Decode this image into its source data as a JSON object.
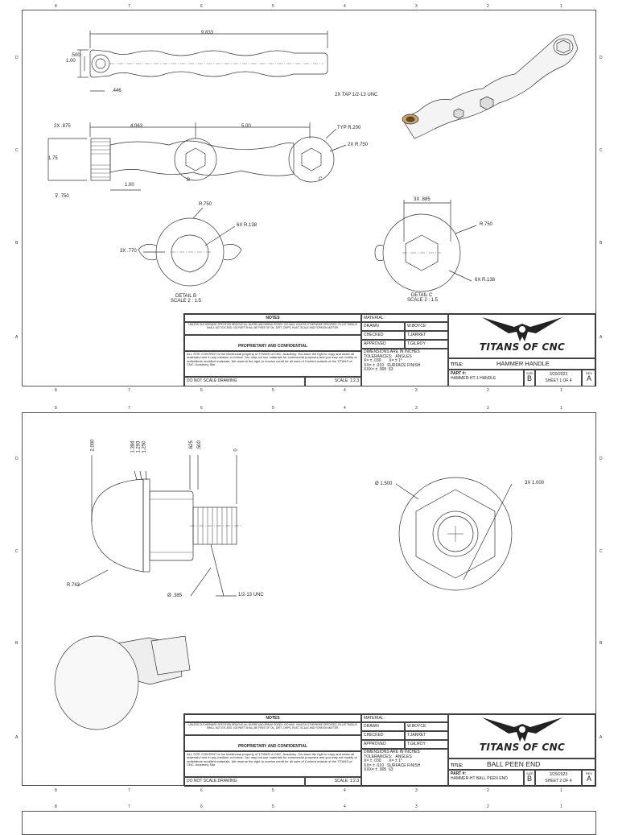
{
  "zones": {
    "cols": [
      "8",
      "7",
      "6",
      "5",
      "4",
      "3",
      "2",
      "1"
    ],
    "rows": [
      "D",
      "C",
      "B",
      "A"
    ]
  },
  "sheet1": {
    "dims": {
      "overall_length": "9.833",
      "width": "1.00",
      "dia": ".500",
      "edge": ".446",
      "chamfer": "2X .875",
      "len1": "4.063",
      "len2": "5.00",
      "height": "1.75",
      "thread_depth": "⊽ .750",
      "offset": "1.00",
      "typ_radius": "TYP R.200",
      "radius_2x": "2X R.750",
      "tap": "2X TAP 1/2-13 UNC",
      "detail_b_r": "R.750",
      "detail_b_6x": "6X R.138",
      "detail_b_3x": "3X .770",
      "detail_c_3x": "3X .885",
      "detail_c_r": "R.750",
      "detail_c_6x": "6X R.138",
      "label_b": "B",
      "label_c": "C"
    },
    "detail_b": {
      "title": "DETAIL B",
      "scale": "SCALE 2 : 1.5"
    },
    "detail_c": {
      "title": "DETAIL C",
      "scale": "SCALE 2 : 1.5"
    },
    "titleblock": {
      "notes_title": "NOTES",
      "notes_text": "UNLESS OUTHERWISE SPECIFIED REMOVE ALL BURRS AND BREAK EDGES .020 MAX. UNLESS OTHERWISE SPECIFIED, FILLET RADIUS SHALL NOT EXCEED .020 PART SHALL BE FREE OF OIL, DIRT, CHIPS, RUST, SCALE AND FOREIGN MATTER.",
      "prop_title": "PROPRIETARY AND CONFIDENTIAL",
      "prop_text": "ALL SITE CONTENT is the intellectual property of TITANS of CNC: Academy. You have the right to copy and share all materials here in any medium or format. You may not use materials for commercial purposes and you may not modify or redistribute modified materials. We reserve the right to receive credit for all uses of Content outside of the TITANS of CNC: Academy Site.",
      "do_not_scale": "DO NOT SCALE DRAWING",
      "scale": "SCALE: 1:2.3",
      "material": "MATERIAL :",
      "drawn": "DRAWN",
      "drawn_by": "W.BOYCE",
      "checked": "CHECKED",
      "checked_by": "T.JARRET",
      "approved": "APPROVED",
      "approved_by": "T.GILROY",
      "tol_head": "DIMENSIONS ARE IN INCHES",
      "tol_sub": "TOLERANCES:",
      "angles": "ANGLES",
      "x": "X= ± .030",
      "xx": "XX= ± .010",
      "xxx": "XXX= ± .005",
      "ang_val": "X= ± 1°",
      "surface": "SURFACE FINISH",
      "finish_val": "63",
      "logo": "TITANS OF CNC",
      "title_label": "TITLE:",
      "title": "HAMMER HANDLE",
      "part_label": "PART #:",
      "part": "HAMMER-HT-1 HANDLE",
      "size_label": "SIZE",
      "size": "B",
      "date": "3/29/2023",
      "sheet": "SHEET 1 OF 4",
      "rev_label": "REV",
      "rev": "A"
    }
  },
  "sheet2": {
    "dims": {
      "d2000": "2.000",
      "d1384": "1.384",
      "d1293": "1.293",
      "d1250": "1.250",
      "d625": ".625",
      "d500": ".500",
      "d0": "0",
      "dia1500": "Ø 1.500",
      "x3": "3X 1.000",
      "r763": "R.763",
      "dia385": "Ø .385",
      "thread": "1/2-13 UNC"
    },
    "titleblock": {
      "notes_title": "NOTES",
      "notes_text": "UNLESS OUTHERWISE SPECIFIED REMOVE ALL BURRS AND BREAK EDGES .020 MAX. UNLESS OTHERWISE SPECIFIED, FILLET RADIUS SHALL NOT EXCEED .020 PART SHALL BE FREE OF OIL, DIRT, CHIPS, RUST, SCALE AND FOREIGN MATTER.",
      "prop_title": "PROPRIETARY AND CONFIDENTIAL",
      "prop_text": "ALL SITE CONTENT is the intellectual property of TITANS of CNC: Academy. You have the right to copy and share all materials here in any medium or format. You may not use materials for commercial purposes and you may not modify or redistribute modified materials. We reserve the right to receive credit for all uses of Content outside of the TITANS of CNC: Academy Site.",
      "do_not_scale": "DO NOT SCALE DRAWING",
      "scale": "SCALE: 1:2.3",
      "material": "MATERIAL :",
      "drawn": "DRAWN",
      "drawn_by": "W.BOYCE",
      "checked": "CHECKED",
      "checked_by": "T.JARRET",
      "approved": "APPROVED",
      "approved_by": "T.GILROY",
      "tol_head": "DIMENSIONS ARE IN INCHES",
      "tol_sub": "TOLERANCES:",
      "angles": "ANGLES",
      "x": "X= ± .030",
      "xx": "XX= ± .010",
      "xxx": "XXX= ± .005",
      "ang_val": "X= ± 1°",
      "surface": "SURFACE FINISH",
      "finish_val": "63",
      "logo": "TITANS OF CNC",
      "title_label": "TITLE:",
      "title": "BALL PEEN END",
      "part_label": "PART #:",
      "part": "HAMMER-HT BALL PEEN END",
      "size_label": "SIZE",
      "size": "B",
      "date": "3/29/2023",
      "sheet": "SHEET 2 OF 4",
      "rev_label": "REV",
      "rev": "A"
    }
  }
}
